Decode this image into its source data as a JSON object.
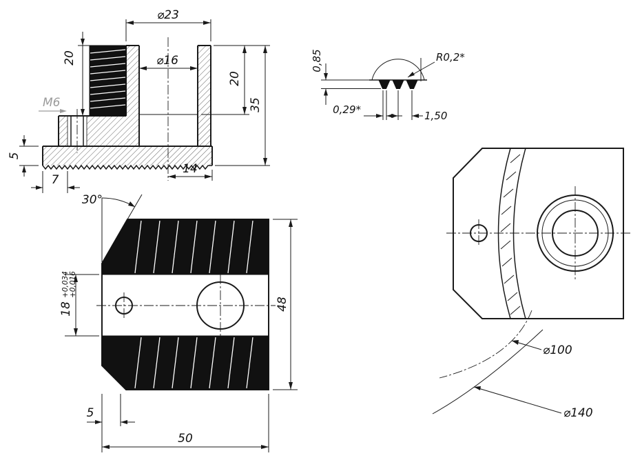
{
  "drawing": {
    "background": "#ffffff",
    "line_color": "#1a1a1a",
    "gray_color": "#9b9b9b",
    "section": {
      "d23": "⌀23",
      "d16": "⌀16",
      "h20": "20",
      "bore20": "20",
      "total35": "35",
      "base5": "5",
      "left7": "7",
      "right14": "14",
      "thread": "M6"
    },
    "detail": {
      "height": "0,85",
      "radius": "R0,2*",
      "tip": "0,29*",
      "pitch": "1,50"
    },
    "plan": {
      "angle": "30°",
      "width18": "18",
      "tol_up": "+0,034",
      "tol_low": "+0,016",
      "height48": "48",
      "chamfer5": "5",
      "length50": "50"
    },
    "side": {
      "d100": "⌀100",
      "d140": "⌀140"
    }
  }
}
